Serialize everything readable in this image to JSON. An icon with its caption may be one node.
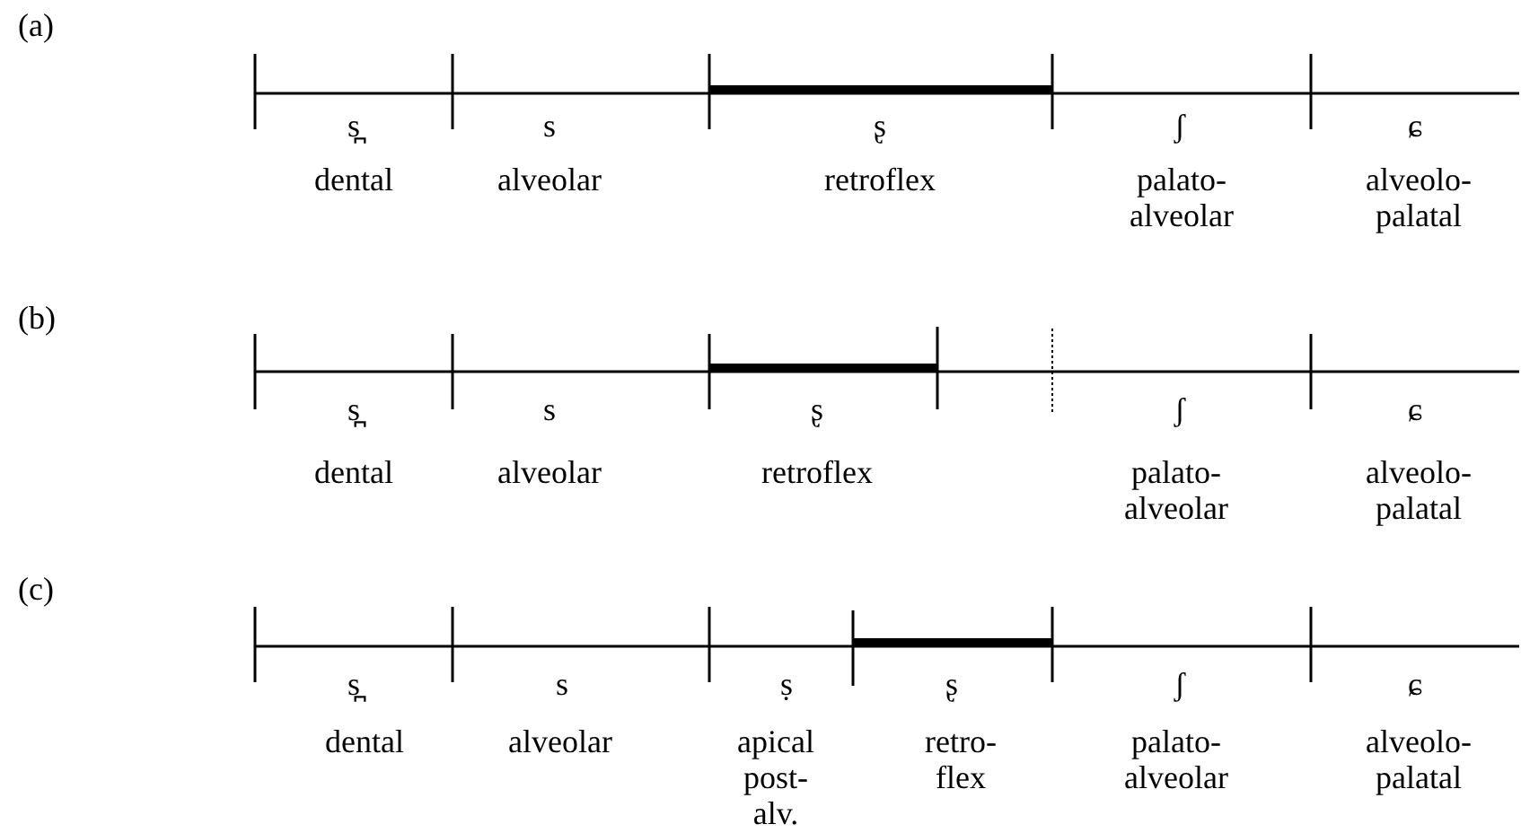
{
  "diagram": {
    "labels": [
      "(a)",
      "s̪",
      "s",
      "ʂ",
      "ʃ",
      "ɕ",
      "dental",
      "alveolar",
      "retroflex",
      "palato- alveolar",
      "alveolo- palatal",
      "(b)",
      "s̪",
      "s",
      "ʂ",
      "ʃ",
      "ɕ",
      "dental",
      "alveolar",
      "retroflex",
      "palato- alveolar",
      "alveolo- palatal",
      "(c)",
      "s̪",
      "s",
      "ṣ",
      "ʂ",
      "ʃ",
      "ɕ",
      "dental",
      "alveolar",
      "apical post-alv.",
      "retro- flex",
      "palato- alveolar",
      "alveolo- palatal"
    ]
  }
}
